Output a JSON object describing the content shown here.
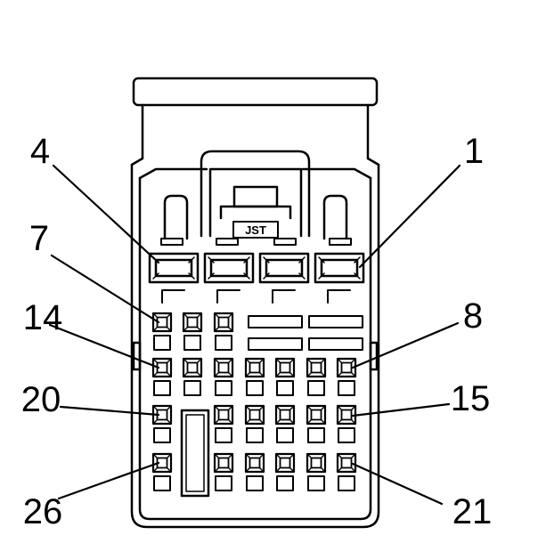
{
  "connector": {
    "brand_marking": "JST",
    "pin_labels": {
      "pin_1": "1",
      "pin_4": "4",
      "pin_7": "7",
      "pin_8": "8",
      "pin_14": "14",
      "pin_15": "15",
      "pin_20": "20",
      "pin_21": "21",
      "pin_26": "26"
    }
  }
}
